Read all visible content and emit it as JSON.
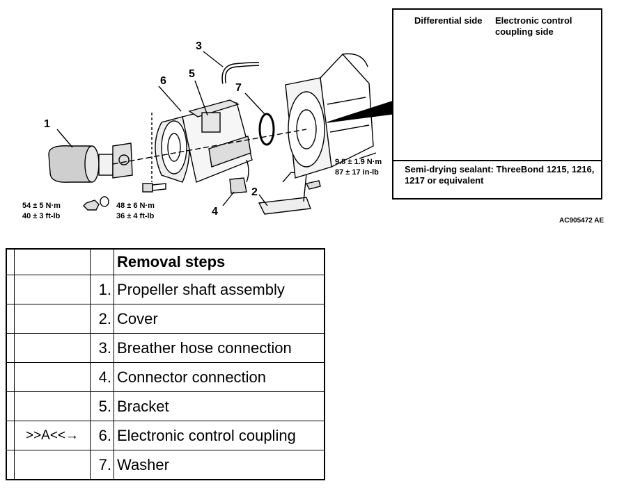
{
  "callouts": {
    "n1": "1",
    "n2": "2",
    "n3": "3",
    "n4": "4",
    "n5": "5",
    "n6": "6",
    "n7": "7"
  },
  "torques": {
    "t_nut_nm": "54 ± 5 N·m",
    "t_nut_ftlb": "40 ± 3 ft-lb",
    "t_bolt_nm": "48 ± 6 N·m",
    "t_bolt_ftlb": "36 ± 4 ft-lb",
    "t_small_nm": "9.8 ± 1.9 N·m",
    "t_small_inlb": "87 ± 17 in-lb"
  },
  "inset": {
    "diff_label": "Differential side",
    "ecc_label": "Electronic control coupling side",
    "sealant_note": "Semi-drying sealant: ThreeBond 1215, 1216, 1217 or equivalent"
  },
  "figure_code": "AC905472 AE",
  "table": {
    "header": "Removal steps",
    "rows": [
      {
        "mark": "",
        "num": "1.",
        "text": "Propeller shaft assembly"
      },
      {
        "mark": "",
        "num": "2.",
        "text": "Cover"
      },
      {
        "mark": "",
        "num": "3.",
        "text": "Breather hose connection"
      },
      {
        "mark": "",
        "num": "4.",
        "text": "Connector connection"
      },
      {
        "mark": "",
        "num": "5.",
        "text": "Bracket"
      },
      {
        "mark": ">>A<<→",
        "num": "6.",
        "text": "Electronic control coupling"
      },
      {
        "mark": "",
        "num": "7.",
        "text": "Washer"
      }
    ]
  }
}
